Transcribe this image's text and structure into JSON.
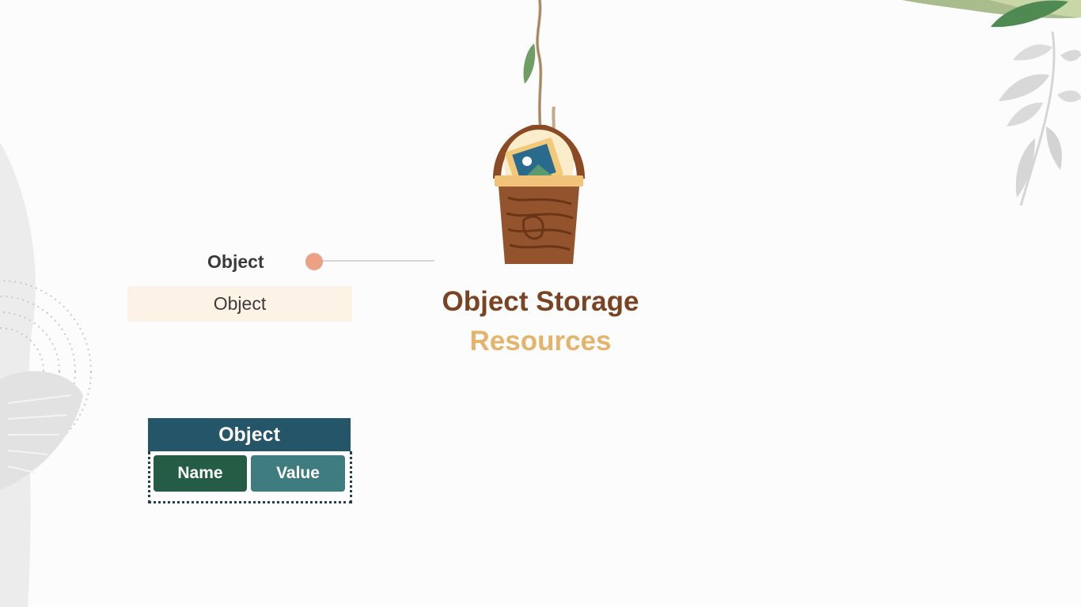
{
  "callout": {
    "title": "Object",
    "box_text": "Object",
    "dot_color": "#eba183"
  },
  "bucket": {
    "title": "Object Storage",
    "subtitle": "Resources",
    "icon": "bucket-with-image-icon"
  },
  "object_card": {
    "header": "Object",
    "name_label": "Name",
    "value_label": "Value",
    "header_color": "#245568",
    "name_color": "#245c46",
    "value_color": "#3f7c80"
  },
  "colors": {
    "title_brown": "#7a4322",
    "subtitle_gold": "#e4b46c"
  }
}
